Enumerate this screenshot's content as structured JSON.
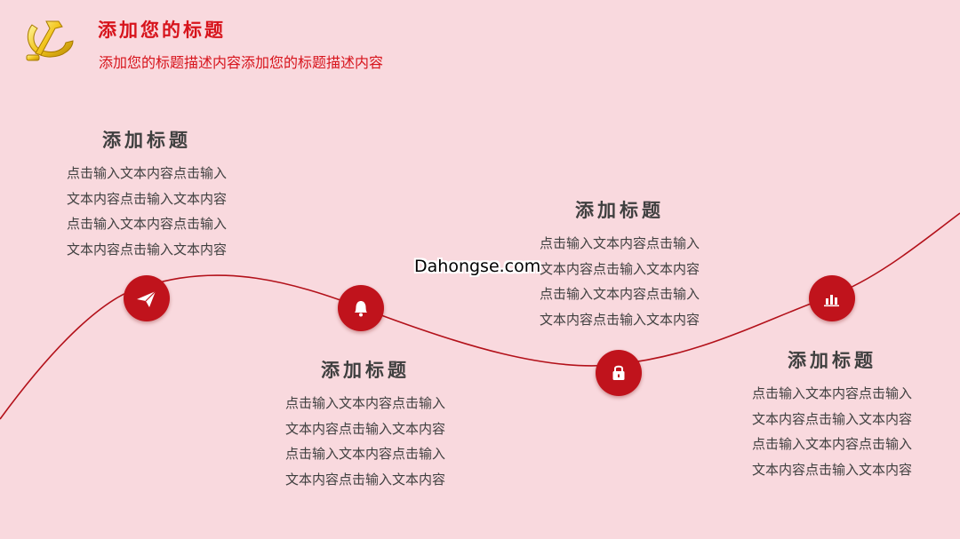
{
  "header": {
    "title": "添加您的标题",
    "subtitle": "添加您的标题描述内容添加您的标题描述内容"
  },
  "colors": {
    "background": "#f9d9de",
    "accent": "#c0131c",
    "title_red": "#d7141c",
    "body_text": "#404040"
  },
  "timeline": [
    {
      "icon": "paper-plane-icon",
      "title": "添加标题",
      "lines": [
        "点击输入文本内容点击输入",
        "文本内容点击输入文本内容",
        "点击输入文本内容点击输入",
        "文本内容点击输入文本内容"
      ]
    },
    {
      "icon": "bell-icon",
      "title": "添加标题",
      "lines": [
        "点击输入文本内容点击输入",
        "文本内容点击输入文本内容",
        "点击输入文本内容点击输入",
        "文本内容点击输入文本内容"
      ]
    },
    {
      "icon": "lock-icon",
      "title": "添加标题",
      "lines": [
        "点击输入文本内容点击输入",
        "文本内容点击输入文本内容",
        "点击输入文本内容点击输入",
        "文本内容点击输入文本内容"
      ]
    },
    {
      "icon": "bar-chart-icon",
      "title": "添加标题",
      "lines": [
        "点击输入文本内容点击输入",
        "文本内容点击输入文本内容",
        "点击输入文本内容点击输入",
        "文本内容点击输入文本内容"
      ]
    }
  ],
  "watermark": "Dahongse.com"
}
